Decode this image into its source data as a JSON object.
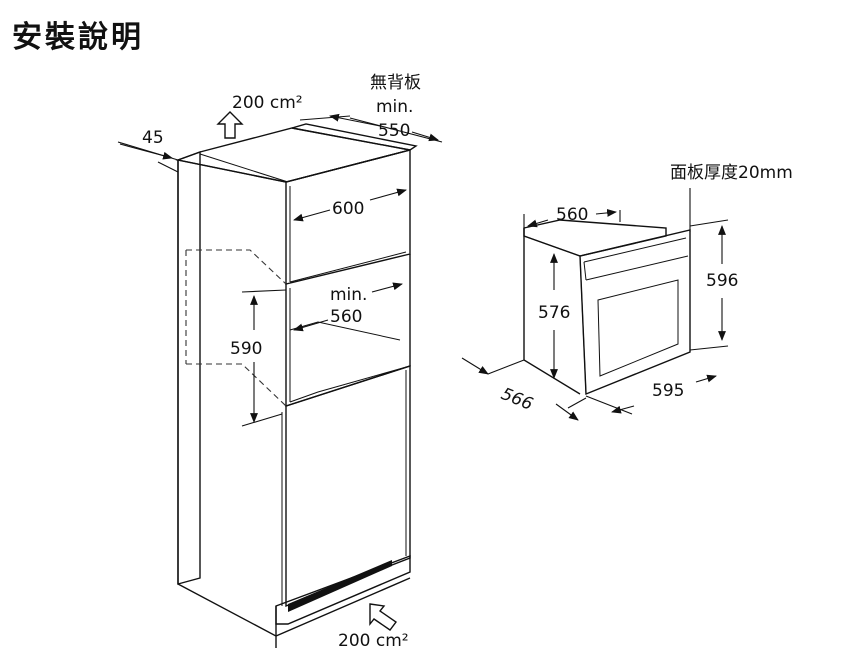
{
  "title": "安裝說明",
  "labels": {
    "vent_top": "200 cm²",
    "vent_bottom": "200 cm²",
    "no_back_panel": "無背板",
    "min_550_line1": "min.",
    "min_550_line2": "550",
    "depth_45": "45",
    "width_600": "600",
    "min_560_line1": "min.",
    "min_560_line2": "560",
    "height_590": "590",
    "panel_thickness": "面板厚度20mm",
    "oven_560": "560",
    "oven_576": "576",
    "oven_596": "596",
    "oven_566": "566",
    "oven_595": "595"
  },
  "colors": {
    "line": "#111111",
    "background": "#ffffff"
  }
}
